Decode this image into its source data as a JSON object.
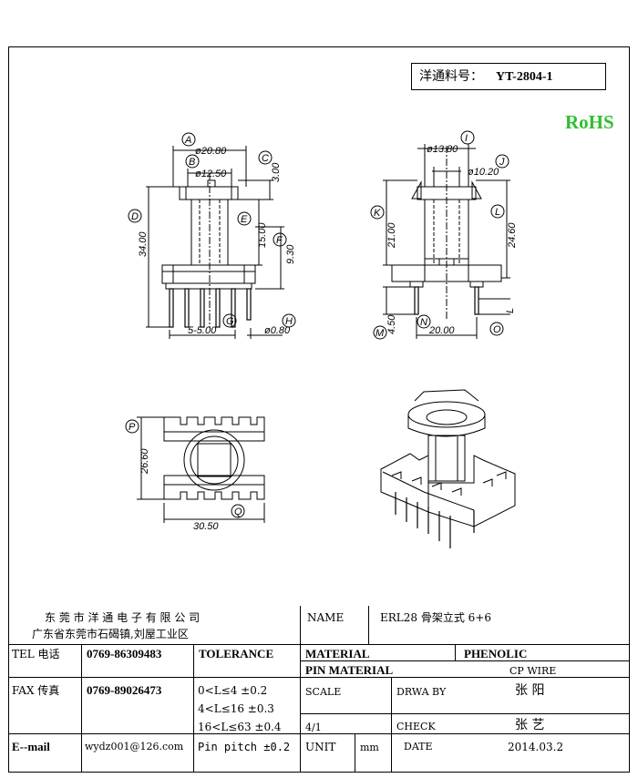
{
  "header": {
    "part_label": "洋通料号：",
    "part_number": "YT-2804-1",
    "rohs": "RoHS"
  },
  "drawing": {
    "front": {
      "A": "A",
      "A_dim": "ø20.80",
      "B": "B",
      "B_dim": "ø12.50",
      "C": "C",
      "C_dim": "3.00",
      "D": "D",
      "D_dim": "34.00",
      "E": "E",
      "E_dim": "15.00",
      "F": "F",
      "F_dim": "9.30",
      "G": "G",
      "G_dim": "5-5.00",
      "H": "H",
      "H_dim": "ø0.80"
    },
    "side": {
      "I": "I",
      "I_dim": "ø13.80",
      "J": "J",
      "J_dim": "ø10.20",
      "K": "K",
      "K_dim": "21.00",
      "L": "L",
      "L_dim": "24.60",
      "M": "M",
      "M_dim": "4.50",
      "N": "N",
      "N_dim": "20.00",
      "O": "O",
      "O_dim": "L"
    },
    "bottom": {
      "P": "P",
      "P_dim": "26.60",
      "Q": "Q",
      "Q_dim": "30.50"
    }
  },
  "title_block": {
    "company": "东 莞 市 洋 通 电 子 有 限 公 司",
    "address": "广东省东莞市石碣镇,刘屋工业区",
    "name_label": "NAME",
    "name_value": "ERL28 骨架立式 6+6",
    "tel_label": "TEL 电话",
    "tel_value": "0769-86309483",
    "tolerance_label": "TOLERANCE",
    "material_label": "MATERIAL",
    "material_value": "PHENOLIC",
    "pin_material_label": "PIN MATERIAL",
    "pin_material_value": "CP WIRE",
    "fax_label": "FAX 传真",
    "fax_value": "0769-89026473",
    "tol1": "0<L≤4   ±0.2",
    "tol2": "4<L≤16  ±0.3",
    "tol3": "16<L≤63  ±0.4",
    "tol4": "Pin pitch ±0.2",
    "scale_label": "SCALE",
    "scale_value": "4/1",
    "drwaby_label": "DRWA BY",
    "drwaby_value": "张 阳",
    "check_label": "CHECK",
    "check_value": "张 艺",
    "email_label": "E--mail",
    "email_value": "wydz001@126.com",
    "unit_label": "UNIT",
    "unit_value": "mm",
    "date_label": "DATE",
    "date_value": "2014.03.2"
  }
}
